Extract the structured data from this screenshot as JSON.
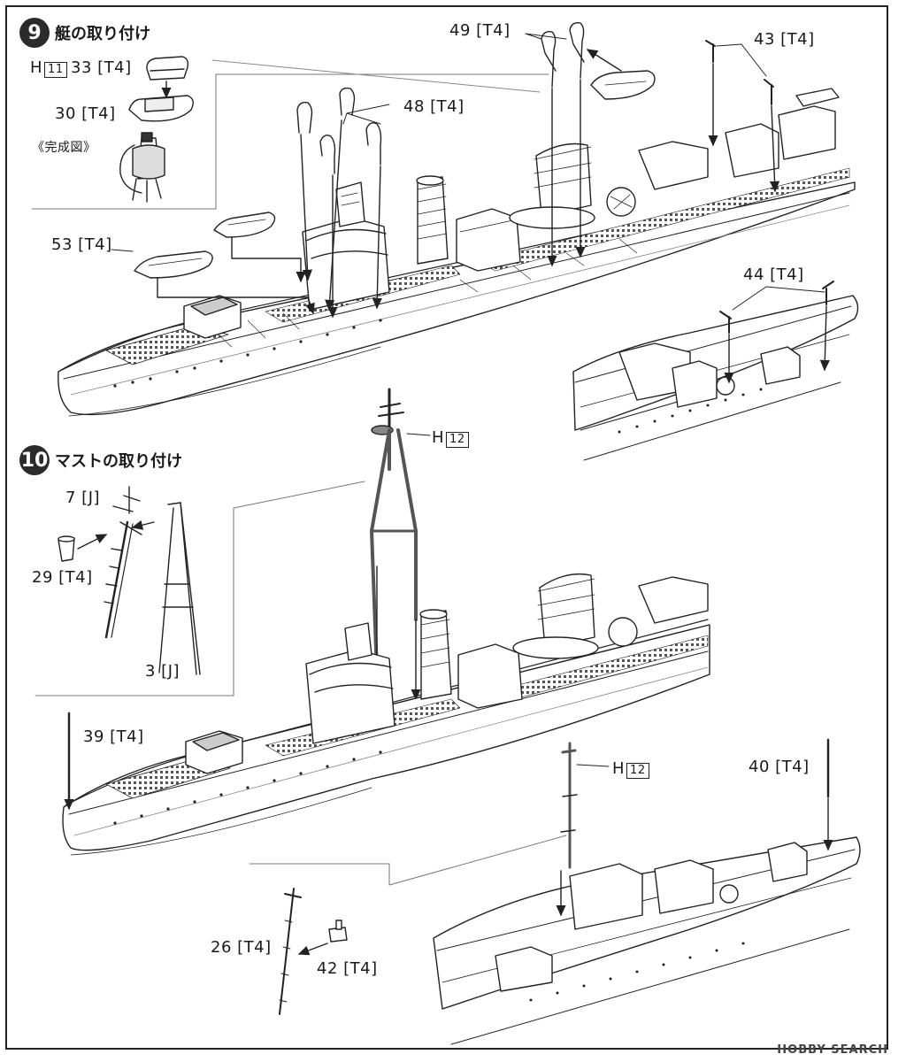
{
  "step9": {
    "number": "9",
    "title": "艇の取り付け"
  },
  "step10": {
    "number": "10",
    "title": "マストの取り付け"
  },
  "labels9": {
    "h11_prefix": "H",
    "h11_box": "11",
    "p33": "33 [T4]",
    "p30": "30 [T4]",
    "complete": "《完成図》",
    "p53": "53 [T4]",
    "p48": "48 [T4]",
    "p49": "49 [T4]",
    "p43": "43 [T4]",
    "p44": "44 [T4]"
  },
  "labels10": {
    "h12_prefix": "H",
    "h12_box": "12",
    "p7": "7 [J]",
    "p29": "29 [T4]",
    "p3": "3 [J]",
    "p39": "39 [T4]",
    "h12b_prefix": "H",
    "h12b_box": "12",
    "p40": "40 [T4]",
    "p26": "26 [T4]",
    "p42": "42 [T4]"
  },
  "watermark": {
    "brand": "HOBBY SEARCH"
  }
}
